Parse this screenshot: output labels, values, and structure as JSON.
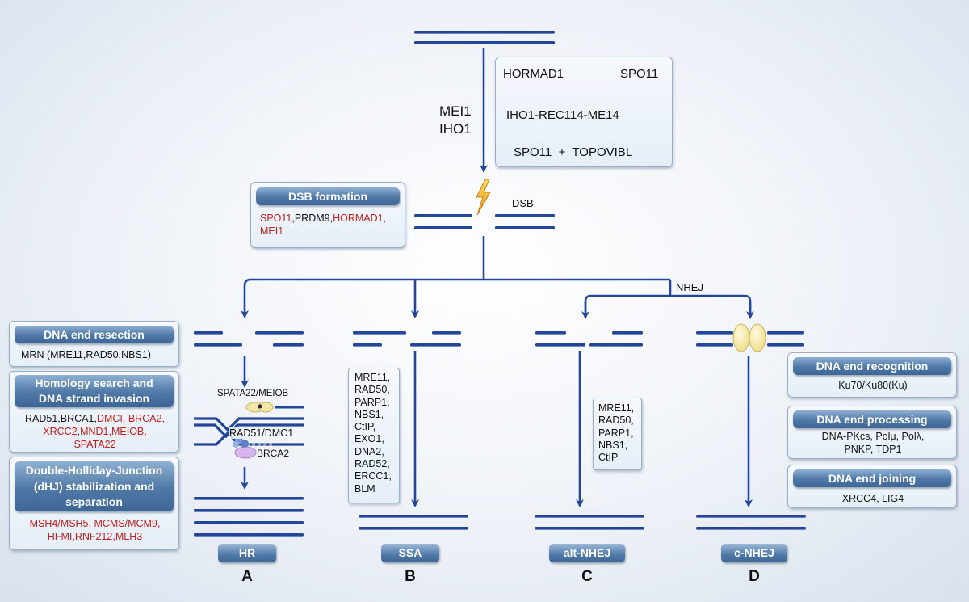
{
  "initiation": {
    "factors": [
      "MEI1",
      "IHO1"
    ],
    "cascade": [
      "HORMAD1",
      "SPO11",
      "IHO1-REC114-ME14",
      "SPO11  +  TOPOVIBL"
    ]
  },
  "dsb_label": "DSB",
  "nhej_label": "NHEJ",
  "dsb_formation": {
    "title": "DSB formation",
    "red1": "SPO11",
    "black1": ",PRDM9,",
    "red2": "HORMAD1,",
    "red3": "MEI1"
  },
  "hr_boxes": {
    "resection_title": "DNA end resection",
    "resection_text": "MRN (MRE11,RAD50,NBS1)",
    "homology_title": [
      "Homology search and",
      "DNA strand invasion"
    ],
    "homology_black": "RAD51,BRCA1,",
    "homology_red1": "DMCI, BRCA2,",
    "homology_red2": "XRCC2,MND1,MEIOB,",
    "homology_red3": "SPATA22",
    "dhj_title": [
      "Double-Holliday-Junction",
      "(dHJ) stabilization and",
      "separation"
    ],
    "dhj_red": [
      "MSH4/MSH5, MCMS/MCM9,",
      "HFMI,RNF212,MLH3"
    ]
  },
  "hr_labels": {
    "spata": "SPATA22/MEIOB",
    "rad51": "RAD51/DMC1",
    "brca2": "BRCA2"
  },
  "ssa_list": [
    "MRE11,",
    "RAD50,",
    "PARP1,",
    "NBS1,",
    "CtIP,",
    "EXO1,",
    "DNA2,",
    "RAD52,",
    "ERCC1,",
    "BLM"
  ],
  "alt_list": [
    "MRE11,",
    "RAD50,",
    "PARP1,",
    "NBS1,",
    "CtIP"
  ],
  "cnhej_boxes": {
    "recognition_title": "DNA end recognition",
    "recognition_text": "Ku70/Ku80(Ku)",
    "processing_title": "DNA end processing",
    "processing_text": [
      "DNA-PKcs, Polμ, Polλ,",
      "PNKP, TDP1"
    ],
    "joining_title": "DNA end joining",
    "joining_text": "XRCC4, LIG4"
  },
  "pathways": [
    {
      "tag": "HR",
      "letter": "A"
    },
    {
      "tag": "SSA",
      "letter": "B"
    },
    {
      "tag": "alt-NHEJ",
      "letter": "C"
    },
    {
      "tag": "c-NHEJ",
      "letter": "D"
    }
  ],
  "colors": {
    "dna": "#24469a",
    "arrow": "#24469a",
    "accent_red": "#c41f1f",
    "header_blue": "#4f78a6",
    "bolt": "#f2b624"
  }
}
